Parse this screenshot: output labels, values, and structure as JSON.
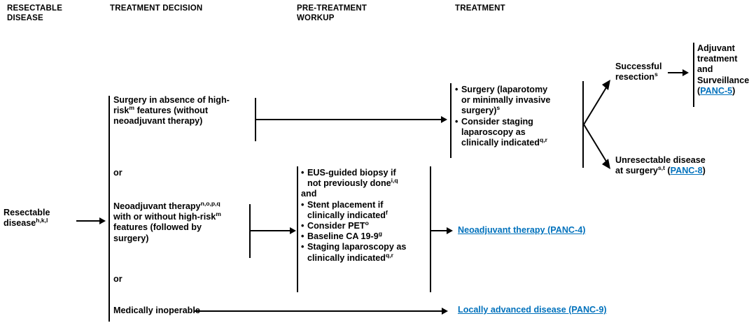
{
  "diagram": {
    "title": "NCCN Pancreatic Adenocarcinoma - Resectable Disease Algorithm",
    "link_color": "#0071BC",
    "columns": [
      {
        "id": "resectable-disease",
        "label": "RESECTABLE\nDISEASE"
      },
      {
        "id": "treatment-decision",
        "label": "TREATMENT DECISION"
      },
      {
        "id": "pre-treatment-workup",
        "label": "PRE-TREATMENT\nWORKUP"
      },
      {
        "id": "treatment",
        "label": "TREATMENT"
      }
    ],
    "entry": {
      "line1": "Resectable",
      "line2": "disease",
      "sup": "h,k,l"
    },
    "decision": {
      "option1": {
        "text_a": "Surgery in absence of high-",
        "text_b": "risk",
        "sup_b": "m",
        "text_c": " features (without",
        "text_d": "neoadjuvant therapy)"
      },
      "or_1": "or",
      "option2": {
        "text_a": "Neoadjuvant therapy",
        "sup_a": "n,o,p,q",
        "text_b": "with or without high-risk",
        "sup_b": "m",
        "text_c": "features (followed by",
        "text_d": "surgery)"
      },
      "or_2": "or",
      "option3": {
        "text": "Medically inoperable"
      }
    },
    "workup": {
      "items": [
        {
          "type": "bullet",
          "lines": [
            {
              "text": "EUS-guided biopsy if"
            },
            {
              "text": "not previously done",
              "sup": "i,q"
            }
          ]
        },
        {
          "type": "plain",
          "lines": [
            {
              "text": "and"
            }
          ]
        },
        {
          "type": "bullet",
          "lines": [
            {
              "text": "Stent placement if"
            },
            {
              "text": "clinically indicated",
              "sup": "f"
            }
          ]
        },
        {
          "type": "bullet",
          "lines": [
            {
              "text": "Consider PET",
              "sup": "o"
            }
          ]
        },
        {
          "type": "bullet",
          "lines": [
            {
              "text": "Baseline CA 19-9",
              "sup": "g"
            }
          ]
        },
        {
          "type": "bullet",
          "lines": [
            {
              "text": "Staging laparoscopy as"
            },
            {
              "text": "clinically indicated",
              "sup": "q,r"
            }
          ]
        }
      ]
    },
    "treatment": {
      "surgery_box": {
        "items": [
          {
            "type": "bullet",
            "lines": [
              {
                "text": "Surgery (laparotomy"
              },
              {
                "text": "or minimally invasive"
              },
              {
                "text": "surgery)",
                "sup": "s"
              }
            ]
          },
          {
            "type": "bullet",
            "lines": [
              {
                "text": "Consider staging"
              },
              {
                "text": "laparoscopy as"
              },
              {
                "text": "clinically indicated",
                "sup": "q,r"
              }
            ]
          }
        ]
      },
      "successful_resection": {
        "line1": "Successful",
        "line2": "resection",
        "sup": "s"
      },
      "adjuvant": {
        "line1": "Adjuvant",
        "line2": "treatment",
        "line3": "and",
        "line4": "Surveillance",
        "open_paren": "(",
        "link": "PANC-5",
        "close_paren": ")"
      },
      "unresectable": {
        "line1": "Unresectable disease",
        "line2_a": "at surgery",
        "sup": "s,t",
        "line2_b": " (",
        "link": "PANC-8",
        "line2_c": ")"
      },
      "neoadjuvant_link": "Neoadjuvant therapy (PANC-4)",
      "locally_advanced_link": "Locally advanced disease (PANC-9)"
    }
  }
}
